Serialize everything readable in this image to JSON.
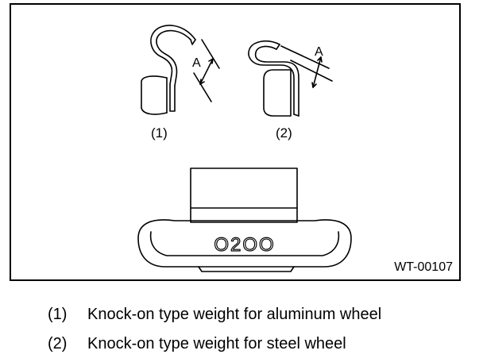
{
  "figure": {
    "items": [
      {
        "number": "(1)",
        "dimension_label": "A"
      },
      {
        "number": "(2)",
        "dimension_label": "A"
      }
    ],
    "weight_marking": "O2OO",
    "figure_code": "WT-00107"
  },
  "legend": [
    {
      "number": "(1)",
      "text": "Knock-on type weight for aluminum wheel"
    },
    {
      "number": "(2)",
      "text": "Knock-on type weight for steel wheel"
    }
  ]
}
